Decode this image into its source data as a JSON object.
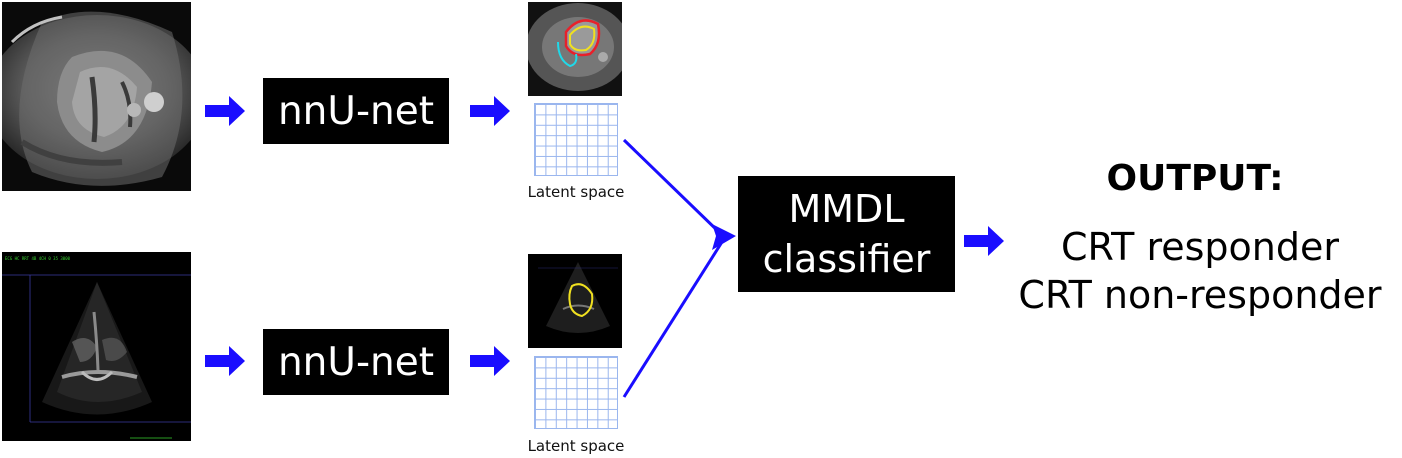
{
  "pipeline": {
    "top": {
      "model_label": "nnU-net",
      "latent_label": "Latent space"
    },
    "bottom": {
      "model_label": "nnU-net",
      "latent_label": "Latent space"
    },
    "classifier": {
      "line1": "MMDL",
      "line2": "classifier"
    },
    "output": {
      "title": "OUTPUT:",
      "items": [
        "CRT responder",
        "CRT non-responder"
      ]
    }
  },
  "colors": {
    "arrow": "#1a0dff",
    "box": "#000000",
    "box_text": "#ffffff",
    "grid": "#9ab6ee",
    "mri_contour_red": "#e8202a",
    "mri_contour_yellow": "#f0e020",
    "mri_contour_cyan": "#20d8e8",
    "echo_contour": "#f0e020",
    "echo_overlay_text": "#38d030"
  },
  "icons": {
    "arrow": "right-arrow-icon"
  }
}
